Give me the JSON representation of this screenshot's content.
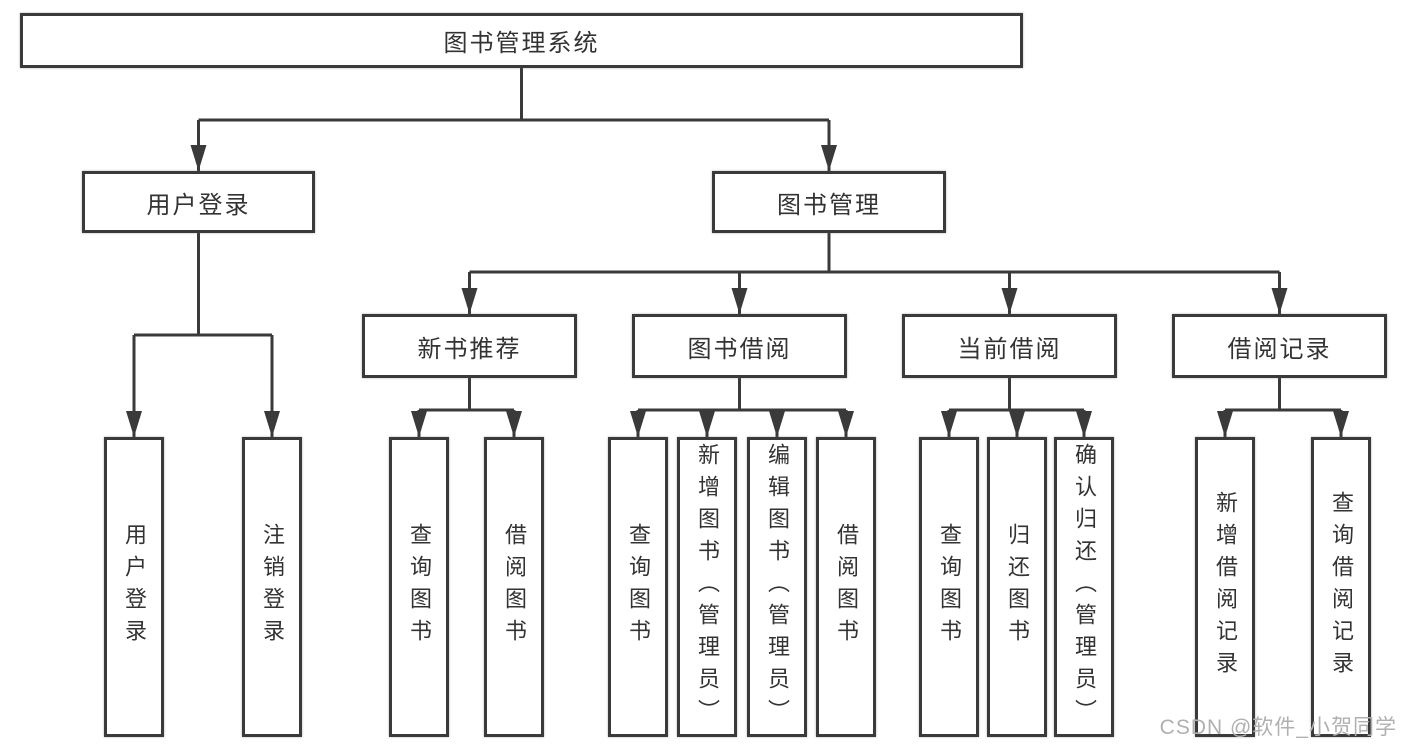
{
  "root": {
    "label": "图书管理系统"
  },
  "level1": [
    {
      "label": "用户登录",
      "children": [
        "用户登录",
        "注销登录"
      ]
    },
    {
      "label": "图书管理"
    }
  ],
  "level2": [
    {
      "label": "新书推荐",
      "children": [
        "查询图书",
        "借阅图书"
      ]
    },
    {
      "label": "图书借阅",
      "children": [
        "查询图书",
        "新增图书（管理员）",
        "编辑图书（管理员）",
        "借阅图书"
      ]
    },
    {
      "label": "当前借阅",
      "children": [
        "查询图书",
        "归还图书",
        "确认归还（管理员）"
      ]
    },
    {
      "label": "借阅记录",
      "children": [
        "新增借阅记录",
        "查询借阅记录"
      ]
    }
  ],
  "watermark": "CSDN @软件_小贺同学",
  "colors": {
    "line": "#3a3a3a",
    "box_border": "#3a3a3a",
    "text": "#333333",
    "watermark": "#b0b0b0",
    "background": "#ffffff"
  }
}
